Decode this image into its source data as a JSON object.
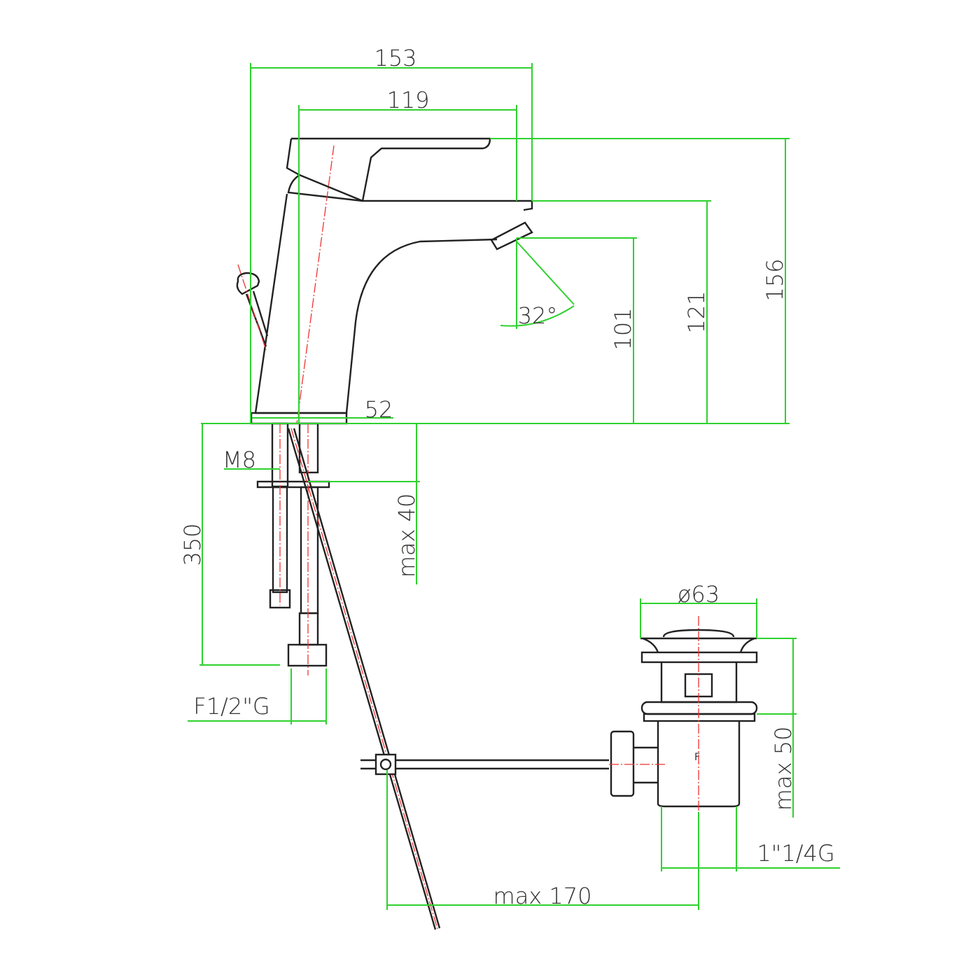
{
  "drawing": {
    "dimensions": {
      "overall_width": "153",
      "spout_reach": "119",
      "total_height": "156",
      "spout_top_height": "121",
      "outlet_height": "101",
      "outlet_angle": "32°",
      "base_width": "52",
      "stud_thread": "M8",
      "max_deck_thickness": "max 40",
      "hose_length": "350",
      "hose_connection": "F1/2\"G",
      "drain_diameter": "ø63",
      "drain_max_height": "max 50",
      "drain_thread": "1\"1/4G",
      "rod_max_length": "max 170"
    },
    "drain_marking": "F",
    "colors": {
      "dimension_lines": "#2fd12f",
      "center_lines": "#e33333",
      "outline": "#222222"
    }
  }
}
